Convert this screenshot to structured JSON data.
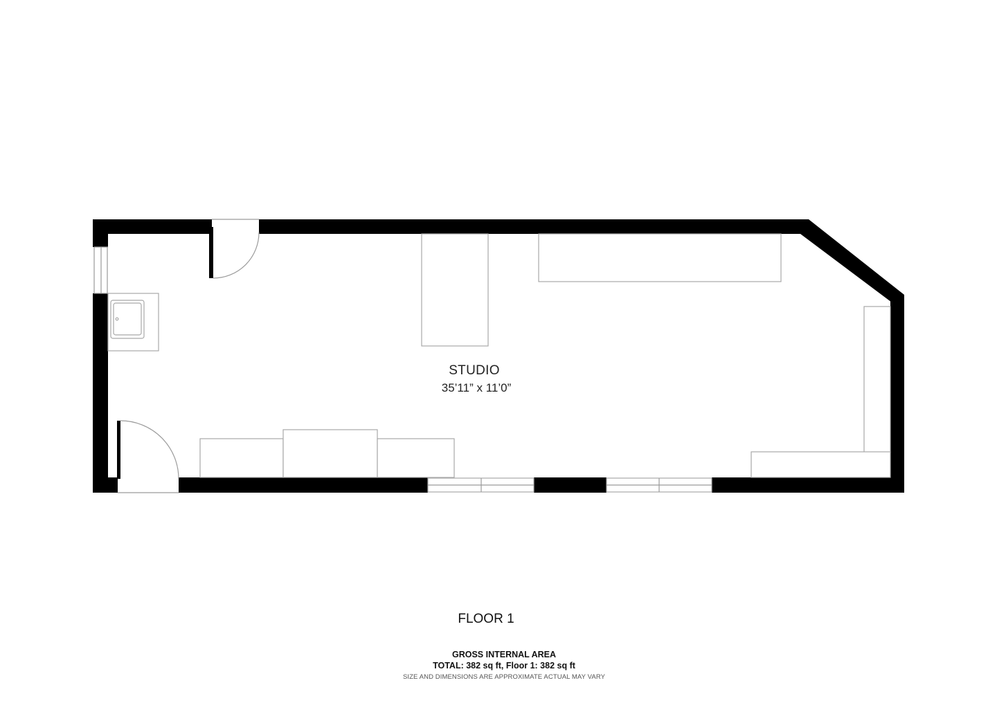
{
  "plan": {
    "rooms": [
      {
        "name": "STUDIO",
        "dimensions": "35’11” x 11’0”"
      }
    ]
  },
  "floor": {
    "label": "FLOOR 1"
  },
  "area": {
    "title": "GROSS INTERNAL AREA",
    "total": "TOTAL: 382 sq ft, Floor 1: 382 sq ft",
    "note": "SIZE AND DIMENSIONS ARE APPROXIMATE ACTUAL MAY VARY"
  },
  "colors": {
    "wall": "#000000",
    "fixture_line": "#a8a8a8",
    "background": "#ffffff"
  }
}
